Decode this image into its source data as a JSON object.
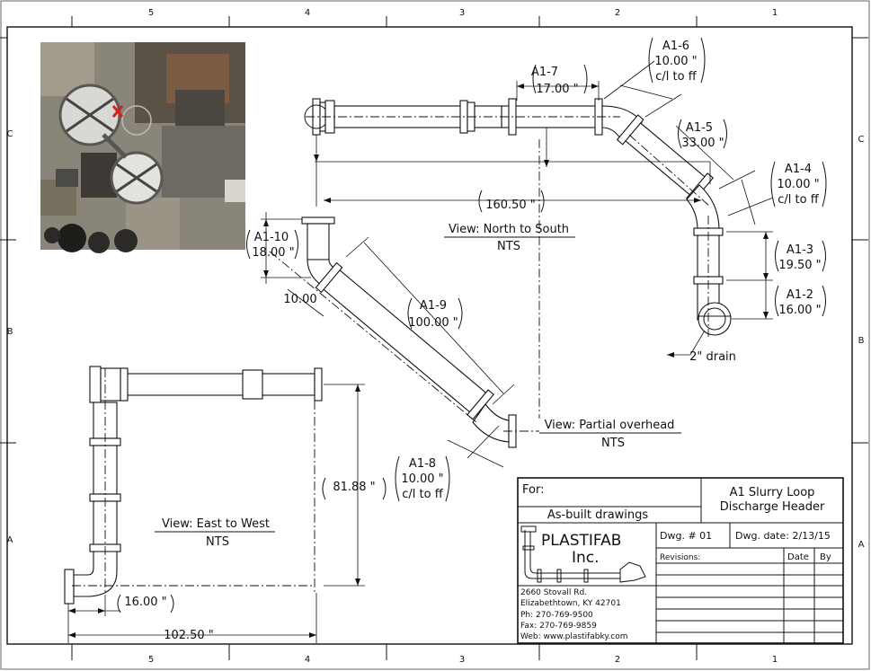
{
  "border": {
    "top_zones": [
      "5",
      "4",
      "3",
      "2",
      "1"
    ],
    "bottom_zones": [
      "5",
      "4",
      "3",
      "2",
      "1"
    ],
    "side_zones": [
      "C",
      "B",
      "A"
    ]
  },
  "callouts": {
    "a1_6": {
      "tag": "A1-6",
      "value": "10.00 \"",
      "note": "c/l to ff"
    },
    "a1_7": {
      "tag": "A1-7",
      "value": "17.00 \""
    },
    "a1_5": {
      "tag": "A1-5",
      "value": "33.00 \""
    },
    "a1_4": {
      "tag": "A1-4",
      "value": "10.00 \"",
      "note": "c/l to ff"
    },
    "a1_3": {
      "tag": "A1-3",
      "value": "19.50 \""
    },
    "a1_2": {
      "tag": "A1-2",
      "value": "16.00 \""
    },
    "a1_10": {
      "tag": "A1-10",
      "value": "18.00 \""
    },
    "a1_10_off": "10.00",
    "a1_9": {
      "tag": "A1-9",
      "value": "100.00 \""
    },
    "a1_8": {
      "tag": "A1-8",
      "value": "10.00 \"",
      "note": "c/l to ff"
    },
    "overall_ns": "160.50 \"",
    "drain": "2\" drain",
    "ew_height": "81.88 \"",
    "ew_offset": "16.00 \"",
    "ew_length": "102.50 \""
  },
  "views": {
    "north_south": {
      "title": "View: North to South",
      "scale": "NTS"
    },
    "partial_overhead": {
      "title": "View: Partial overhead",
      "scale": "NTS"
    },
    "east_west": {
      "title": "View: East to West",
      "scale": "NTS"
    }
  },
  "title_block": {
    "for_label": "For:",
    "drawing_type": "As-built drawings",
    "project_line1": "A1 Slurry Loop",
    "project_line2": "Discharge Header",
    "company_line1": "PLASTIFAB",
    "company_line2": "Inc.",
    "dwg_no": "Dwg. # 01",
    "dwg_date": "Dwg. date: 2/13/15",
    "revisions_label": "Revisions:",
    "date_label": "Date",
    "by_label": "By",
    "address1": "2660 Stovall Rd.",
    "address2": "Elizabethtown, KY 42701",
    "phone": "Ph: 270-769-9500",
    "fax": "Fax: 270-769-9859",
    "web": "Web: www.plastifabky.com"
  }
}
